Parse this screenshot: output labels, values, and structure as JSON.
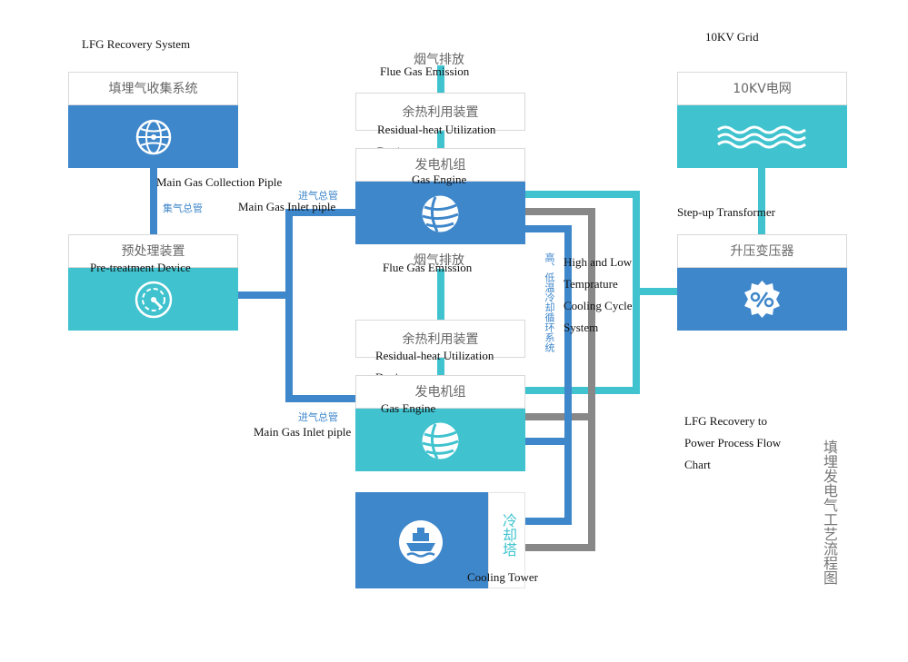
{
  "colors": {
    "blue": "#3f87cb",
    "cyan": "#40c3cf",
    "gray": "#888888",
    "text": "#111111",
    "muted": "#666666"
  },
  "header": {
    "left_title": "LFG Recovery System",
    "right_title": "10KV Grid"
  },
  "nodes": {
    "collection": {
      "cn": "填埋气收集系统",
      "icon": "globe-network-icon"
    },
    "pretreat": {
      "cn": "预处理装置",
      "en": "Pre-treatment Device",
      "icon": "gauge-icon"
    },
    "flue_top": {
      "cn": "烟气排放",
      "en": "Flue Gas Emission"
    },
    "heat_top": {
      "cn": "余热利用装置",
      "en_line1": "Residual-heat Utilization",
      "en_line2": "Device"
    },
    "engine_top": {
      "cn": "发电机组",
      "en": "Gas Engine",
      "icon": "globe-icon"
    },
    "flue_mid": {
      "cn": "烟气排放",
      "en": "Flue Gas Emission"
    },
    "heat_mid": {
      "cn": "余热利用装置",
      "en_line1": "Residual-heat Utilization",
      "en_line2": "Device"
    },
    "engine_bottom": {
      "cn": "发电机组",
      "en": "Gas Engine",
      "icon": "globe-icon"
    },
    "cooling_tower": {
      "cn": "冷却塔",
      "en": "Cooling Tower",
      "icon": "ship-icon"
    },
    "grid": {
      "cn": "10KV电网",
      "icon": "waves-icon"
    },
    "transformer": {
      "cn": "升压变压器",
      "en": "Step-up Transformer",
      "icon": "percent-badge-icon"
    }
  },
  "pipes": {
    "main_collection": {
      "en": "Main Gas Collection Piple",
      "cn": "集气总管"
    },
    "inlet_top": {
      "cn": "进气总管",
      "en": "Main Gas Inlet piple"
    },
    "inlet_bottom": {
      "cn": "进气总管",
      "en": "Main Gas Inlet piple"
    },
    "cooling_cycle": {
      "cn": "高、低温冷却循环系统",
      "en1": "High and Low",
      "en2": "Temprature",
      "en3": "Cooling Cycle",
      "en4": "System"
    }
  },
  "caption": {
    "en1": "LFG Recovery to",
    "en2": "Power Process Flow",
    "en3": "Chart",
    "cn": "填埋发电气工艺流程图"
  }
}
